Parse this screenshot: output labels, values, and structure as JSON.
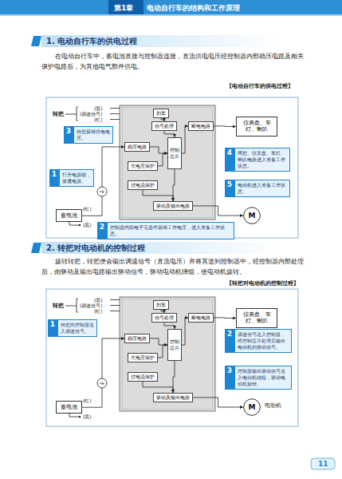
{
  "diagram": {
    "nodes": [
      {
        "text": [
          "刹车"
        ]
      },
      {
        "text": [
          "信号处理"
        ]
      },
      {
        "text": [
          "断电电路"
        ]
      },
      {
        "text": [
          "稳压电路"
        ]
      },
      {
        "text": [
          "控制芯片"
        ]
      },
      {
        "text": [
          "欠电压保护"
        ]
      },
      {
        "text": [
          "过电流保护"
        ]
      },
      {
        "text": [
          "驱动及输出电路"
        ]
      },
      {
        "text": [
          "仪表盘、车灯、喇叭"
        ]
      },
      {
        "text": [
          "蓄电池"
        ]
      },
      {
        "text": [
          "M"
        ]
      },
      {
        "text": [
          "1",
          "打开电源锁，接通电源。"
        ]
      },
      {
        "text": [
          "2",
          "控制器内部电子元器件获得工作电压，进入准备工作状态。"
        ]
      },
      {
        "text": [
          "3",
          "转把获得供电电压。"
        ]
      },
      {
        "text": [
          "4",
          "闸把、仪表盘、车灯、喇叭电路进入准备工作状态。"
        ]
      },
      {
        "text": [
          "5",
          "电动机进入准备工作状态。"
        ]
      },
      {
        "text": [
          "刹车"
        ]
      },
      {
        "text": [
          "信号处理"
        ]
      },
      {
        "text": [
          "断电电路"
        ]
      },
      {
        "text": [
          "稳压电路"
        ]
      },
      {
        "text": [
          "控制芯片"
        ]
      },
      {
        "text": [
          "欠电压保护"
        ]
      },
      {
        "text": [
          "过电流保护"
        ]
      },
      {
        "text": [
          "驱动及输出电路"
        ]
      },
      {
        "text": [
          "仪表盘、车灯、喇叭"
        ]
      },
      {
        "text": [
          "蓄电池"
        ]
      },
      {
        "text": [
          "M"
        ]
      },
      {
        "text": [
          "1",
          "转把向控制器送入调速信号。"
        ]
      },
      {
        "text": [
          "2",
          "调速信号送入控制器，经控制芯片处理后输出电动机的驱动信号。"
        ]
      },
      {
        "text": [
          "3",
          "控制器输出驱动信号送入电动机绕组，驱动电动机旋转。"
        ]
      }
    ],
    "edges": [
      {
        "from": 0,
        "to": 1,
        "arrow": "to"
      },
      {
        "from": 1,
        "to": 4,
        "arrow": "to"
      },
      {
        "from": 3,
        "to": 4,
        "arrow": "to"
      },
      {
        "from": 4,
        "to": 2,
        "arrow": "to"
      },
      {
        "from": 5,
        "to": 4,
        "arrow": "to"
      },
      {
        "from": 6,
        "to": 7,
        "arrow": "to"
      },
      {
        "from": 4,
        "to": 7,
        "arrow": "to"
      },
      {
        "from": 7,
        "to": 10,
        "arrow": "to"
      },
      {
        "from": 2,
        "to": 8,
        "arrow": "to"
      },
      {
        "from": 9,
        "to": 3,
        "arrow": "to"
      },
      {
        "from": 16,
        "to": 17,
        "arrow": "to"
      },
      {
        "from": 17,
        "to": 20,
        "arrow": "to"
      },
      {
        "from": 19,
        "to": 20,
        "arrow": "to"
      },
      {
        "from": 20,
        "to": 18,
        "arrow": "to"
      },
      {
        "from": 21,
        "to": 20,
        "arrow": "to"
      },
      {
        "from": 22,
        "to": 23,
        "arrow": "to"
      },
      {
        "from": 20,
        "to": 23,
        "arrow": "to"
      },
      {
        "from": 23,
        "to": 26,
        "arrow": "to"
      },
      {
        "from": 18,
        "to": 24,
        "arrow": "to"
      },
      {
        "from": 25,
        "to": 19,
        "arrow": "to"
      }
    ],
    "labels": [
      "第1章",
      "电动自行车的结构和工作原理",
      "1. 电动自行车的供电过程",
      "在电动自行车中，蓄电池直接与控制器连接，直流供电电压经控制器内部稳压电路及相关保护电路后，为其他电气部件供电。",
      "【电动自行车的供电过程】",
      "(黑)",
      "转把",
      "(调速信号)",
      "(红)",
      "(红)",
      "(黑)",
      "2. 转把对电动机的控制过程",
      "旋转转把，转把便会输出调速信号（直流电压）并将其送到控制器中，经控制器内部处理后，由驱动及输出电路输出驱动信号，驱动电动机绕组，使电动机旋转。",
      "【转把对电动机的控制过程】",
      "(黑)",
      "转把",
      "(调速信号)",
      "(红)",
      "(红)",
      "(黑)",
      "电动机",
      "11"
    ]
  }
}
